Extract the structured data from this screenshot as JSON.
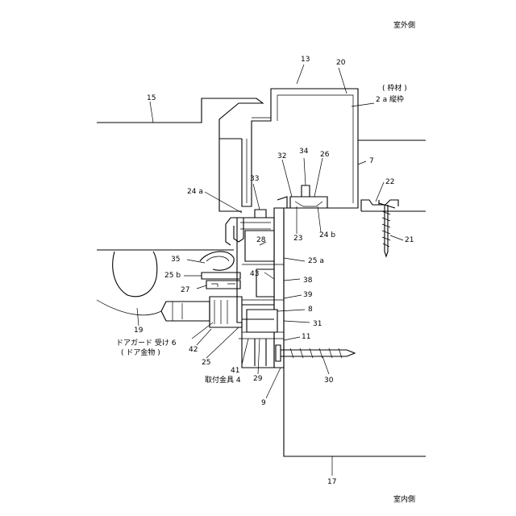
{
  "orientation": {
    "outdoor": "室外側",
    "indoor": "室内側"
  },
  "labels": {
    "l13": "13",
    "l20": "20",
    "l15": "15",
    "l_frame_group": "( 枠材 )",
    "l_2a": "2 a 縦枠",
    "l7": "7",
    "l22": "22",
    "l21": "21",
    "l32": "32",
    "l34": "34",
    "l26": "26",
    "l33": "33",
    "l24a": "24 a",
    "l23": "23",
    "l24b": "24 b",
    "l28": "28",
    "l25a": "25 a",
    "l35": "35",
    "l25b": "25 b",
    "l43": "43",
    "l38": "38",
    "l27": "27",
    "l39": "39",
    "l8": "8",
    "l31": "31",
    "l19": "19",
    "l_door_guard": "ドアガード 受け 6",
    "l_door_hardware": "( ドア金物 )",
    "l42": "42",
    "l25": "25",
    "l41": "41",
    "l29": "29",
    "l11": "11",
    "l30": "30",
    "l_mount": "取付金具 4",
    "l9": "9",
    "l17": "17"
  }
}
